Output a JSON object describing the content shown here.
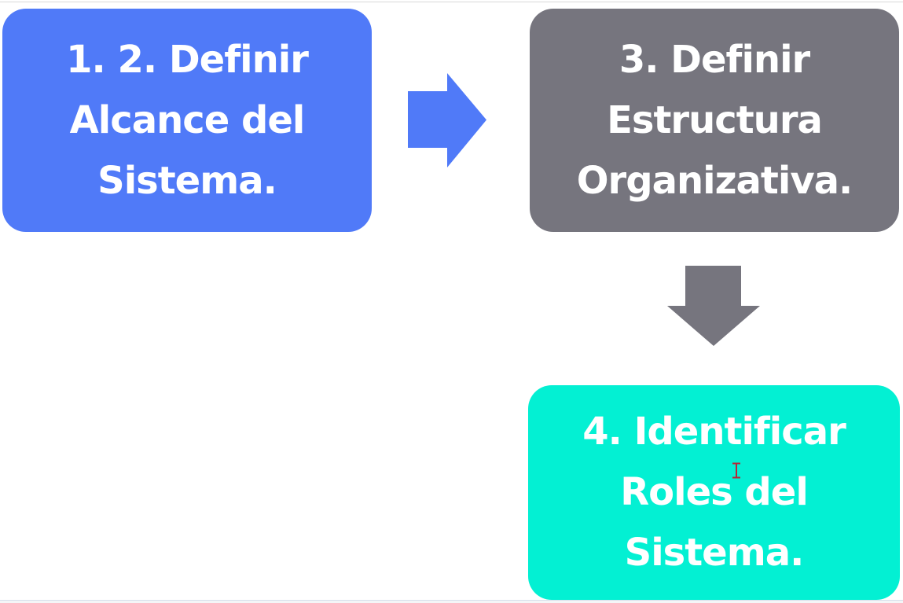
{
  "diagram": {
    "steps": [
      {
        "name": "define-scope",
        "text": "1. 2. Definir Alcance del Sistema.",
        "lines": [
          "1. 2. Definir",
          "Alcance del",
          "Sistema."
        ],
        "fill": "#507af8",
        "text_color": "#ffffff"
      },
      {
        "name": "define-structure",
        "text": "3. Definir Estructura Organizativa.",
        "lines": [
          "3. Definir",
          "Estructura",
          "Organizativa."
        ],
        "fill": "#76757e",
        "text_color": "#ffffff"
      },
      {
        "name": "identify-roles",
        "text": "4. Identificar Roles del Sistema.",
        "lines": [
          "4. Identificar",
          "Roles del",
          "Sistema."
        ],
        "fill": "#03f0d3",
        "text_color": "#ffffff"
      }
    ],
    "arrows": [
      {
        "direction": "right",
        "color": "#507af8"
      },
      {
        "direction": "down",
        "color": "#76757e"
      }
    ]
  },
  "cursor": {
    "type": "text-ibeam",
    "color": "#b52736"
  },
  "chrome": {
    "background": "#ffffff",
    "top_divider_color": "#d9d9d9",
    "bottom_bar_color": "#f4f5f7",
    "bottom_divider_color": "#d7dfeb"
  }
}
